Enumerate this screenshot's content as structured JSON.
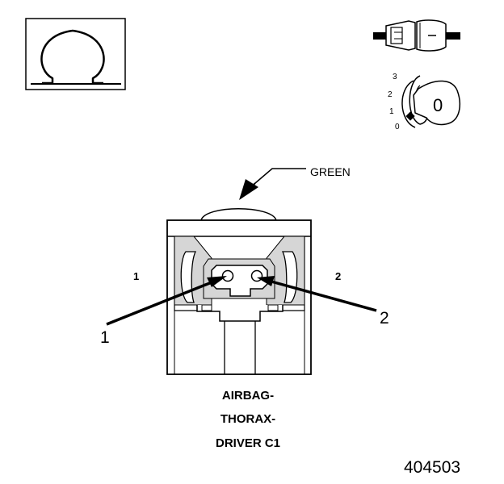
{
  "icons": {
    "ohm": "ohm-meter-icon",
    "connector_test": "backprobe-connector-icon",
    "key_switch": "ignition-key-icon"
  },
  "ignition": {
    "positions": [
      "3",
      "2",
      "1",
      "0"
    ],
    "key_label": "0"
  },
  "wire_color_label": "GREEN",
  "terminals": {
    "cavity_1": "1",
    "cavity_2": "2"
  },
  "callouts": {
    "left": "1",
    "right": "2"
  },
  "connector_name": {
    "line1": "AIRBAG-",
    "line2": "THORAX-",
    "line3": "DRIVER C1"
  },
  "figure_number": "404503"
}
